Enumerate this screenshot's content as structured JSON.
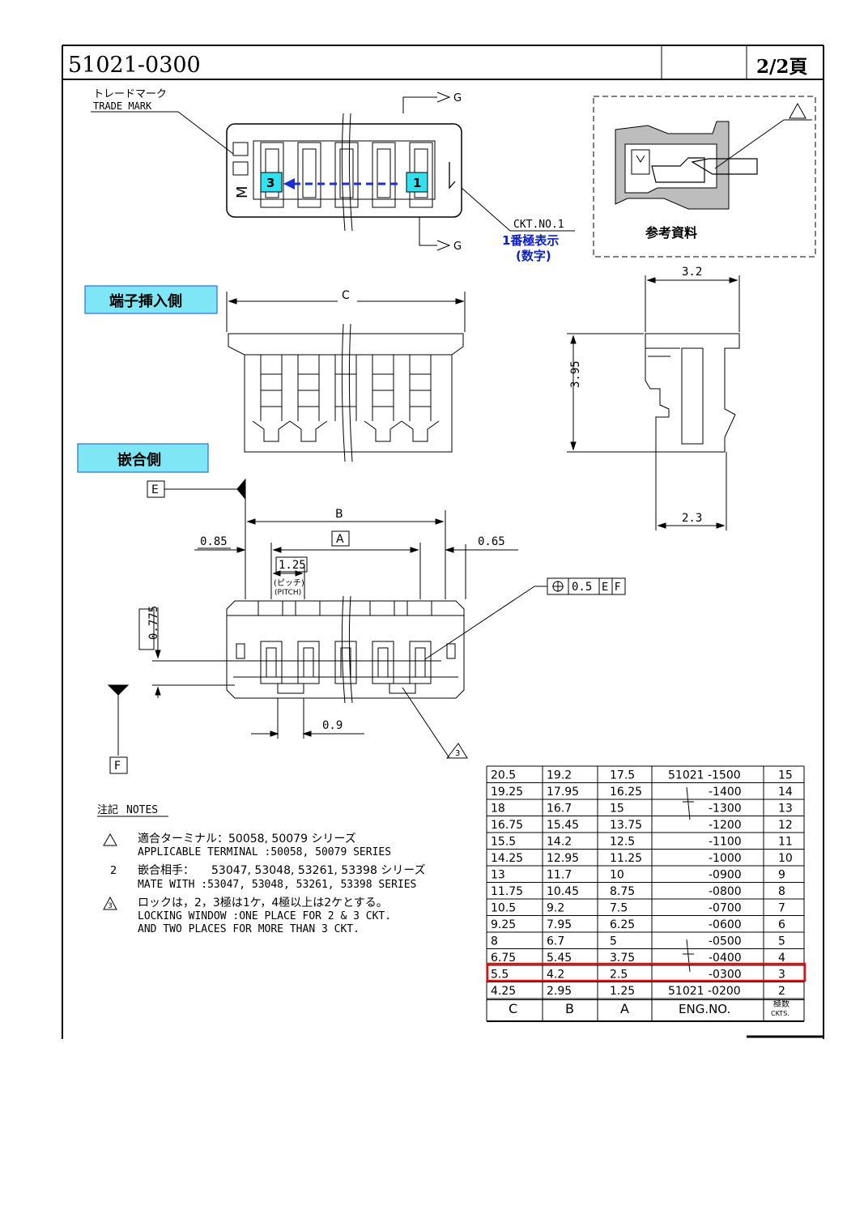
{
  "title_block": {
    "part_number": "51021-0300",
    "page": "2/2頁"
  },
  "top_view": {
    "trade_mark_jp": "トレードマーク",
    "trade_mark_en": "TRADE MARK",
    "logo_letter": "M",
    "section_mark_top": "G",
    "section_mark_bottom": "G",
    "pin_label_last": "3",
    "pin_label_first": "1",
    "ckt_no": "CKT.NO.1",
    "pin1_note_line1": "1番極表示",
    "pin1_note_line2": "(数字)"
  },
  "reference": {
    "caption": "参考資料",
    "warning_symbol": "⚠"
  },
  "labels": {
    "terminal_side": "端子挿入側",
    "mating_side": "嵌合側"
  },
  "dimensions": {
    "C": "C",
    "width_3_2": "3.2",
    "height_3_95": "3.95",
    "depth_2_3": "2.3",
    "B": "B",
    "A": "A",
    "left_0_85": "0.85",
    "right_0_65": "0.65",
    "pitch": "1.25",
    "pitch_jp": "(ピッチ)",
    "pitch_en": "(PITCH)",
    "height_0_775": "0.775",
    "gap_0_9": "0.9",
    "tolerance_value": "0.5",
    "datum_e": "E",
    "datum_f": "F",
    "lock_note_ref": "3"
  },
  "notes": {
    "header_jp": "注記",
    "header_en": "NOTES",
    "items": [
      {
        "marker": "△",
        "jp": "適合ターミナル：50058, 50079 シリーズ",
        "en": "APPLICABLE TERMINAL :50058, 50079 SERIES"
      },
      {
        "marker": "2",
        "jp": "嵌合相手：　　53047, 53048, 53261, 53398 シリーズ",
        "en": "MATE WITH :53047, 53048, 53261, 53398 SERIES"
      },
      {
        "marker": "3",
        "jp": "ロックは，2，3極は1ケ，4極以上は2ケとする。",
        "en": "LOCKING WINDOW :ONE PLACE FOR 2 & 3 CKT.",
        "en2": "AND TWO PLACES FOR MORE THAN 3 CKT."
      }
    ]
  },
  "table": {
    "headers": [
      "C",
      "B",
      "A",
      "ENG.NO.",
      "極数",
      "CKTS."
    ],
    "rows": [
      {
        "C": "20.5",
        "B": "19.2",
        "A": "17.5",
        "eng": "51021 -1500",
        "ckts": "15"
      },
      {
        "C": "19.25",
        "B": "17.95",
        "A": "16.25",
        "eng": "-1400",
        "ckts": "14"
      },
      {
        "C": "18",
        "B": "16.7",
        "A": "15",
        "eng": "-1300",
        "ckts": "13"
      },
      {
        "C": "16.75",
        "B": "15.45",
        "A": "13.75",
        "eng": "-1200",
        "ckts": "12"
      },
      {
        "C": "15.5",
        "B": "14.2",
        "A": "12.5",
        "eng": "-1100",
        "ckts": "11"
      },
      {
        "C": "14.25",
        "B": "12.95",
        "A": "11.25",
        "eng": "-1000",
        "ckts": "10"
      },
      {
        "C": "13",
        "B": "11.7",
        "A": "10",
        "eng": "-0900",
        "ckts": "9"
      },
      {
        "C": "11.75",
        "B": "10.45",
        "A": "8.75",
        "eng": "-0800",
        "ckts": "8"
      },
      {
        "C": "10.5",
        "B": "9.2",
        "A": "7.5",
        "eng": "-0700",
        "ckts": "7"
      },
      {
        "C": "9.25",
        "B": "7.95",
        "A": "6.25",
        "eng": "-0600",
        "ckts": "6"
      },
      {
        "C": "8",
        "B": "6.7",
        "A": "5",
        "eng": "-0500",
        "ckts": "5"
      },
      {
        "C": "6.75",
        "B": "5.45",
        "A": "3.75",
        "eng": "-0400",
        "ckts": "4"
      },
      {
        "C": "5.5",
        "B": "4.2",
        "A": "2.5",
        "eng": "-0300",
        "ckts": "3"
      },
      {
        "C": "4.25",
        "B": "2.95",
        "A": "1.25",
        "eng": "51021 -0200",
        "ckts": "2"
      }
    ],
    "highlight_ckts": "3"
  },
  "colors": {
    "label_fill": "#7fe6f5",
    "label_border": "#2a6fd6",
    "pin_fill": "#33e0f0",
    "arrow_blue": "#1a2fd0",
    "note_blue": "#0a1fc8",
    "highlight_red": "#e01010"
  }
}
